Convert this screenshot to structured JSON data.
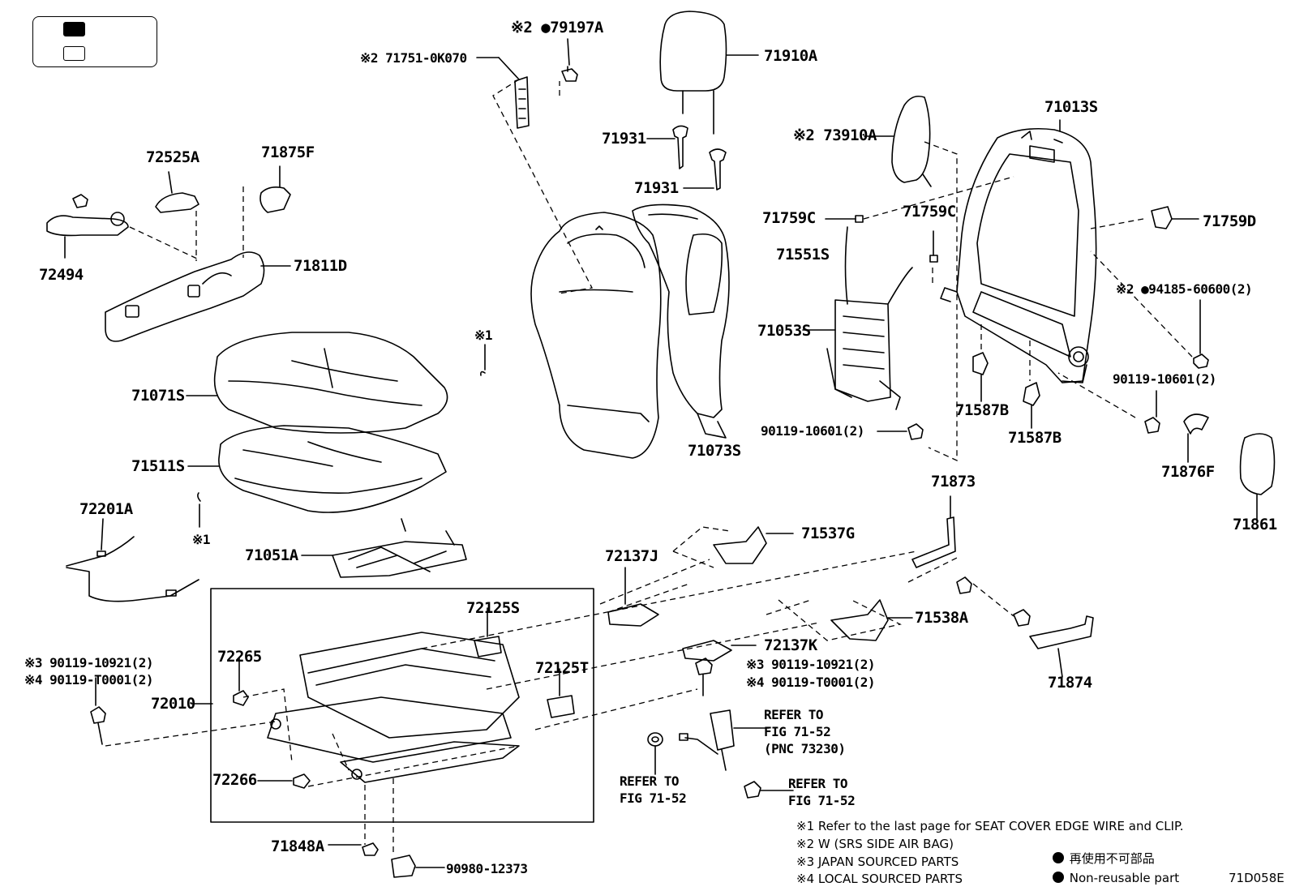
{
  "legend": {
    "swatches": [
      "black",
      "white"
    ]
  },
  "labels": {
    "p79197a": "※2 ●79197A",
    "p71751": "※2 71751-0K070",
    "p71910a": "71910A",
    "p71931a": "71931",
    "p71931b": "71931",
    "p72525a": "72525A",
    "p71875f": "71875F",
    "p72494": "72494",
    "p71811d": "71811D",
    "p71071s": "71071S",
    "p71511s": "71511S",
    "p72201a": "72201A",
    "p71051a": "71051A",
    "ref1a": "※1",
    "ref1b": "※1",
    "p71551s": "71551S",
    "p71073s": "71073S",
    "p73910a": "※2 73910A",
    "p71013s": "71013S",
    "p71759c_a": "71759C",
    "p71759c_b": "71759C",
    "p71759d": "71759D",
    "p94185": "※2 ●94185-60600(2)",
    "p71053s": "71053S",
    "p90119_10601a": "90119-10601(2)",
    "p90119_10601b": "90119-10601(2)",
    "p71587b_a": "71587B",
    "p71587b_b": "71587B",
    "p71876f": "71876F",
    "p71861": "71861",
    "p71873": "71873",
    "p71537g": "71537G",
    "p72137j": "72137J",
    "p71538a": "71538A",
    "p72137k": "72137K",
    "p90119_10921a": "※3 90119-10921(2)",
    "p90119_t0001a": "※4 90119-T0001(2)",
    "p90119_10921b": "※3 90119-10921(2)",
    "p90119_t0001b": "※4 90119-T0001(2)",
    "p71874": "71874",
    "p72125s": "72125S",
    "p72125t": "72125T",
    "p72265": "72265",
    "p72010": "72010",
    "p72266": "72266",
    "p71848a": "71848A",
    "p90980": "90980-12373",
    "refer1": "REFER TO",
    "refer1b": "FIG 71-52",
    "refer1c": "(PNC 73230)",
    "refer2": "REFER TO",
    "refer2b": "FIG 71-52",
    "refer3": "REFER TO",
    "refer3b": "FIG 71-52"
  },
  "notes": {
    "n1": "※1  Refer to the last page for SEAT COVER EDGE WIRE and CLIP.",
    "n2": "※2  W (SRS SIDE AIR BAG)",
    "n3": "※3  JAPAN SOURCED PARTS",
    "n4": "※4  LOCAL SOURCED PARTS",
    "jp": "再使用不可部品",
    "en": "Non-reusable part",
    "fig": "71D058E"
  }
}
